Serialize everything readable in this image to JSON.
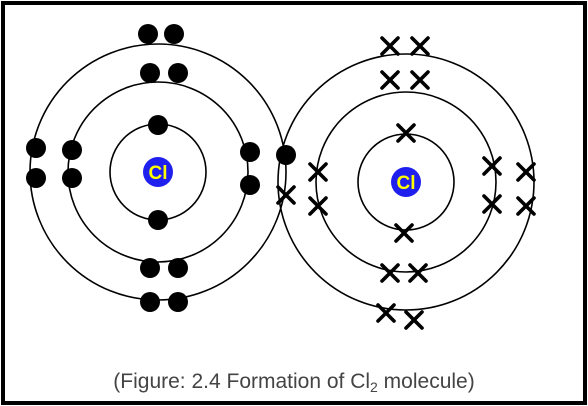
{
  "atoms": [
    {
      "symbol": "Cl",
      "electron_marker": "dot",
      "electron_color": "#000000",
      "nucleus_color": "#2020ee",
      "shell_electrons": [
        2,
        8,
        7
      ]
    },
    {
      "symbol": "Cl",
      "electron_marker": "cross",
      "electron_color": "#000000",
      "nucleus_color": "#2020ee",
      "shell_electrons": [
        2,
        8,
        7
      ]
    }
  ],
  "shared_pair": {
    "dot_electrons": 1,
    "cross_electrons": 1
  },
  "caption": {
    "prefix": "(Figure: 2.4 Formation of Cl",
    "subscript": "2",
    "suffix": " molecule)"
  }
}
